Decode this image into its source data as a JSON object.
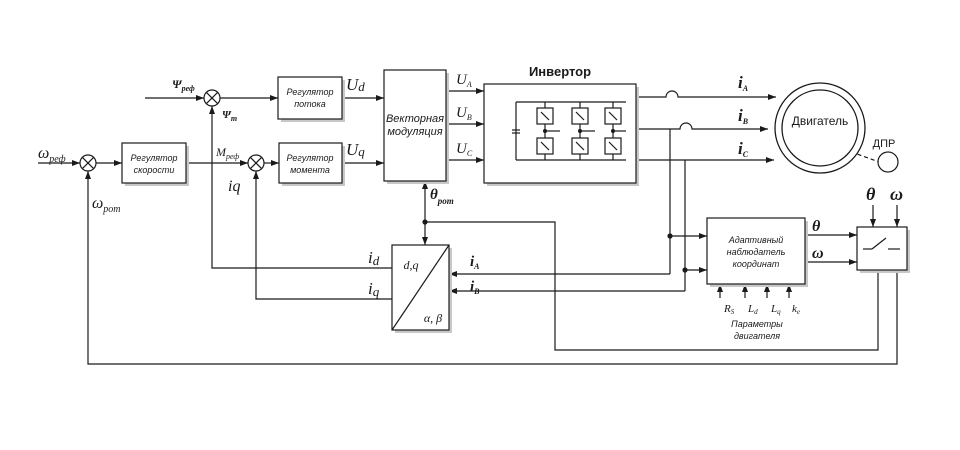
{
  "blocks": {
    "flux_regulator": [
      "Регулятор",
      "потока"
    ],
    "speed_regulator": [
      "Регулятор",
      "скорости"
    ],
    "torque_regulator": [
      "Регулятор",
      "момента"
    ],
    "vector_modulation": [
      "Векторная",
      "модуляция"
    ],
    "inverter_title": "Инвертор",
    "motor_label": "Двигатель",
    "encoder_label": "ДПР",
    "transform_top": "d,q",
    "transform_bottom": "α, β",
    "observer": [
      "Адаптивный",
      "наблюдатель",
      "координат"
    ],
    "motor_params_caption": [
      "Параметры",
      "двигателя"
    ]
  },
  "signals": {
    "psi_ref": {
      "main": "Ψ",
      "sub": "реф"
    },
    "psi_m": {
      "main": "Ψ",
      "sub": "m"
    },
    "omega_ref": {
      "main": "ω",
      "sub": "реф"
    },
    "omega_rot_fb": {
      "main": "ω",
      "sub": "рот"
    },
    "m_ref": {
      "main": "M",
      "sub": "реф"
    },
    "iq_fb": "iq",
    "ud": {
      "main": "U",
      "sub": "d"
    },
    "uq": {
      "main": "U",
      "sub": "q"
    },
    "ua": {
      "main": "U",
      "sub": "A"
    },
    "ub": {
      "main": "U",
      "sub": "B"
    },
    "uc": {
      "main": "U",
      "sub": "C"
    },
    "ia_out": {
      "main": "i",
      "sub": "A"
    },
    "ib_out": {
      "main": "i",
      "sub": "B"
    },
    "ic_out": {
      "main": "i",
      "sub": "C"
    },
    "theta_rot": {
      "main": "θ",
      "sub": "рот"
    },
    "id_tr": {
      "main": "i",
      "sub": "d"
    },
    "iq_tr": {
      "main": "i",
      "sub": "q"
    },
    "ia_in": {
      "main": "i",
      "sub": "A"
    },
    "ib_in": {
      "main": "i",
      "sub": "B"
    },
    "theta_obs": "θ",
    "omega_obs": "ω",
    "theta_sw": "θ",
    "omega_sw": "ω",
    "param_rs": {
      "main": "R",
      "sub": "S"
    },
    "param_ld": {
      "main": "L",
      "sub": "d"
    },
    "param_lq": {
      "main": "L",
      "sub": "q"
    },
    "param_ke": {
      "main": "k",
      "sub": "e"
    }
  }
}
